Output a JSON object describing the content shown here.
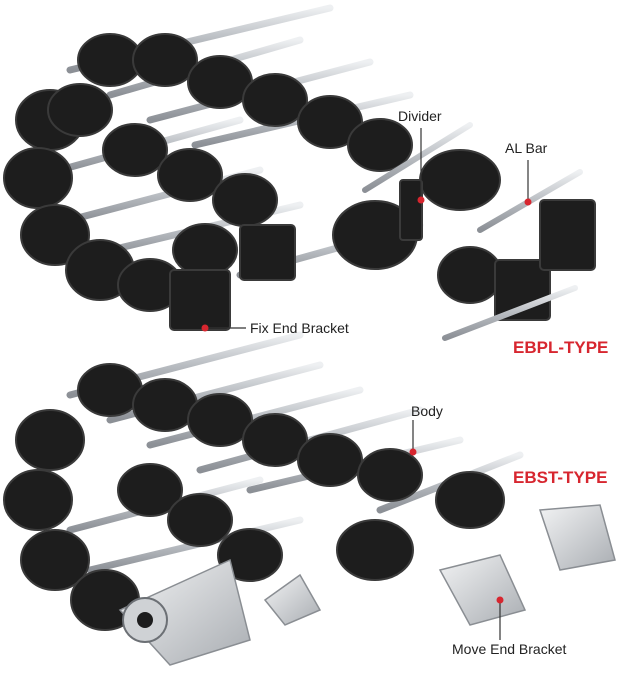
{
  "labels": {
    "divider": "Divider",
    "al_bar": "AL Bar",
    "fix_end_bracket": "Fix End Bracket",
    "body": "Body",
    "move_end_bracket": "Move End Bracket"
  },
  "titles": {
    "ebpl": "EBPL-TYPE",
    "ebst": "EBST-TYPE"
  },
  "colors": {
    "title": "#d7262f",
    "leader_dot": "#d7262f",
    "chain_body": "#1d1d1d",
    "chain_highlight": "#3a3a3a",
    "aluminium_bar": "#c8cbcf",
    "steel_bracket": "#d5d7da"
  }
}
